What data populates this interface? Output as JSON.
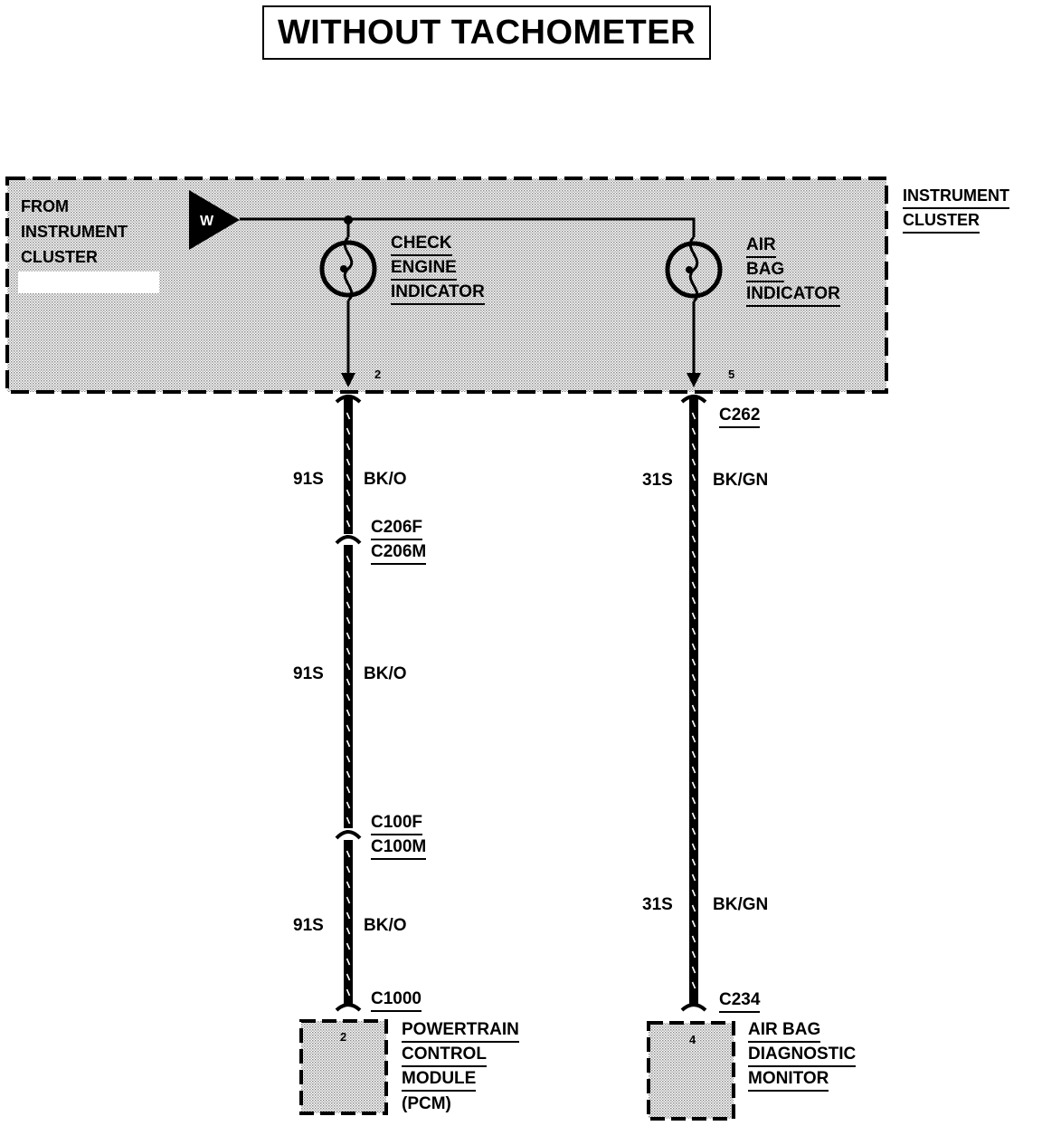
{
  "title": "WITHOUT TACHOMETER",
  "source": {
    "lines": [
      "FROM",
      "INSTRUMENT",
      "CLUSTER"
    ],
    "badge": "W"
  },
  "cluster_label": [
    "INSTRUMENT",
    "CLUSTER"
  ],
  "indicators": {
    "check_engine": [
      "CHECK",
      "ENGINE",
      "INDICATOR"
    ],
    "air_bag": [
      "AIR",
      "BAG",
      "INDICATOR"
    ]
  },
  "pins": {
    "cluster_left": "2",
    "cluster_right": "5",
    "pcm": "2",
    "adm": "4"
  },
  "connectors": {
    "c262": "C262",
    "c206": [
      "C206F",
      "C206M"
    ],
    "c100": [
      "C100F",
      "C100M"
    ],
    "c1000": "C1000",
    "c234": "C234"
  },
  "wires": {
    "left": [
      {
        "circuit": "91S",
        "color": "BK/O"
      },
      {
        "circuit": "91S",
        "color": "BK/O"
      },
      {
        "circuit": "91S",
        "color": "BK/O"
      }
    ],
    "right": [
      {
        "circuit": "31S",
        "color": "BK/GN"
      },
      {
        "circuit": "31S",
        "color": "BK/GN"
      }
    ]
  },
  "modules": {
    "pcm": [
      "POWERTRAIN",
      "CONTROL",
      "MODULE",
      "(PCM)"
    ],
    "adm": [
      "AIR BAG",
      "DIAGNOSTIC",
      "MONITOR"
    ]
  },
  "colors": {
    "ink": "#000000",
    "stipple": "#bdbdbd",
    "paper": "#ffffff"
  }
}
